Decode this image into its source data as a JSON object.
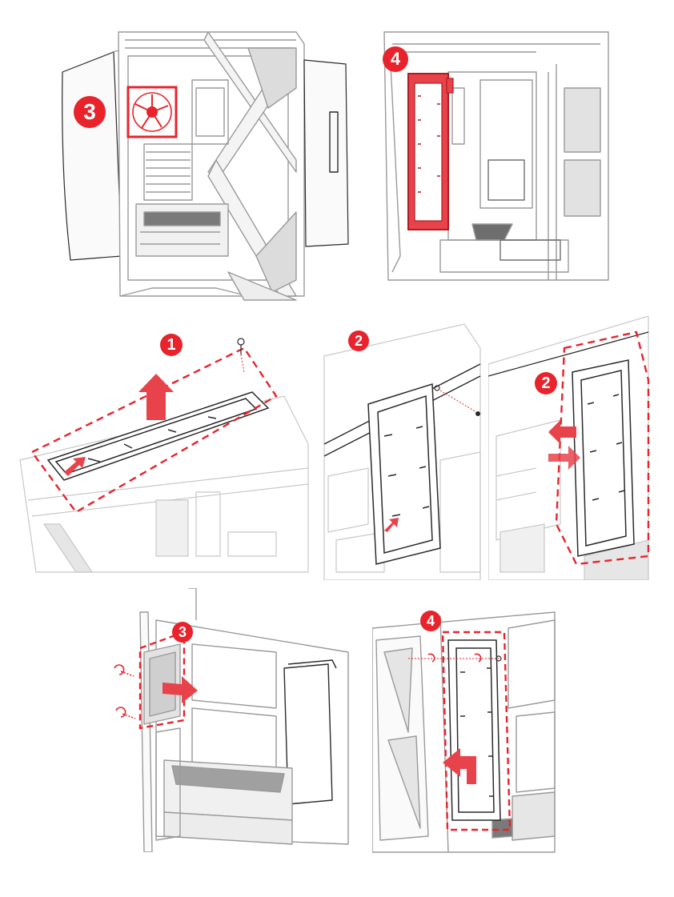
{
  "colors": {
    "accent_red": "#e8232c",
    "arrow_red": "#e8434b",
    "line_gray": "#9a9a9a",
    "line_light": "#cfcfcf",
    "line_dark": "#2a2a2a"
  },
  "steps": {
    "p1": "3",
    "p2": "4",
    "p3": "1",
    "p4": "2",
    "p5": "2",
    "p6": "3",
    "p7": "4"
  },
  "icons": {
    "arrow": "arrow-icon",
    "screw": "screw-icon",
    "rotate": "rotate-screw-icon"
  }
}
